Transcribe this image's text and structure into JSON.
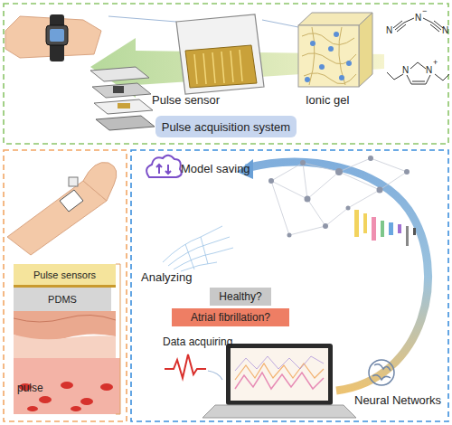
{
  "diagram": {
    "nodes": [
      {
        "text": [
          "Pulse acquisition system"
        ]
      },
      {
        "text": [
          "Pulse sensors"
        ]
      },
      {
        "text": [
          "PDMS"
        ]
      },
      {
        "text": [
          "pulse"
        ]
      },
      {
        "text": [
          "Healthy?"
        ]
      },
      {
        "text": [
          "Atrial fibrillation?"
        ]
      }
    ],
    "labels": [
      "Pulse sensor",
      "Ionic gel",
      "N",
      "N",
      "−",
      "N",
      "N",
      "N",
      "+",
      "Model saving",
      "Analyzing",
      "Data acquiring",
      "Neural Networks"
    ]
  }
}
